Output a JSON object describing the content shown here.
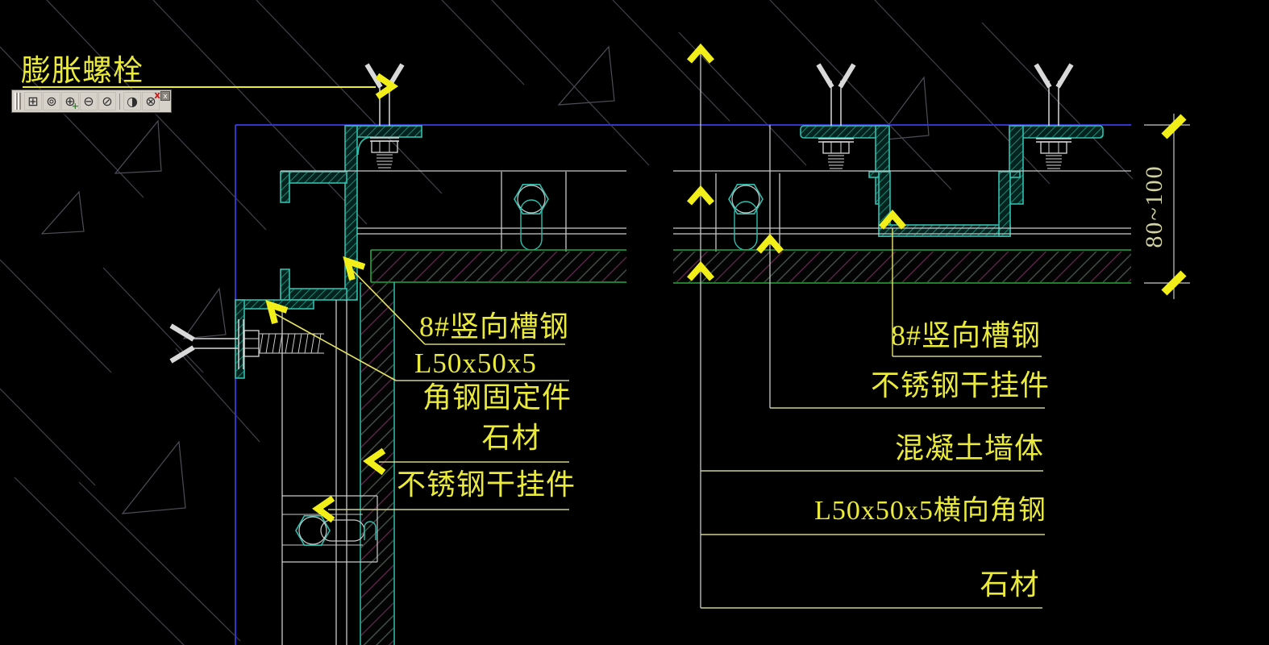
{
  "toolbar": {
    "icons": [
      {
        "name": "named-views-icon",
        "glyph": "⊞"
      },
      {
        "name": "sphere-view-icon",
        "glyph": "⊚"
      },
      {
        "name": "sphere-add-icon",
        "glyph": "⊕"
      },
      {
        "name": "sphere-subtract-icon",
        "glyph": "⊖"
      },
      {
        "name": "sphere-off-icon",
        "glyph": "⊘"
      },
      {
        "name": "sphere-quarter-icon",
        "glyph": "◑"
      },
      {
        "name": "sphere-delete-icon",
        "glyph": "⊗"
      }
    ],
    "badges": {
      "add": "+",
      "delete": "x"
    },
    "close_glyph": "x"
  },
  "labels": {
    "expansion_bolt": "膨胀螺栓",
    "left_detail": {
      "channel": "8#竖向槽钢",
      "angle_size": "L50x50x5",
      "angle_name": "角钢固定件",
      "stone": "石材",
      "hanger": "不锈钢干挂件"
    },
    "right_detail": {
      "channel": "8#竖向槽钢",
      "hanger": "不锈钢干挂件",
      "concrete": "混凝土墙体",
      "h_angle": "L50x50x5横向角钢",
      "stone": "石材"
    },
    "dimension": "80~100"
  },
  "colors": {
    "background": "#000000",
    "steel_outline": "#2fbfae",
    "steel_hatch": "#1f947f",
    "wall_line_blue": "#3434c8",
    "stone_edge_green": "#27a83a",
    "leader_yellow": "#f2ee1a",
    "label_text": "#eaea3c",
    "dimension_text": "#d2d2a2",
    "white_line": "#c9c9c9"
  }
}
